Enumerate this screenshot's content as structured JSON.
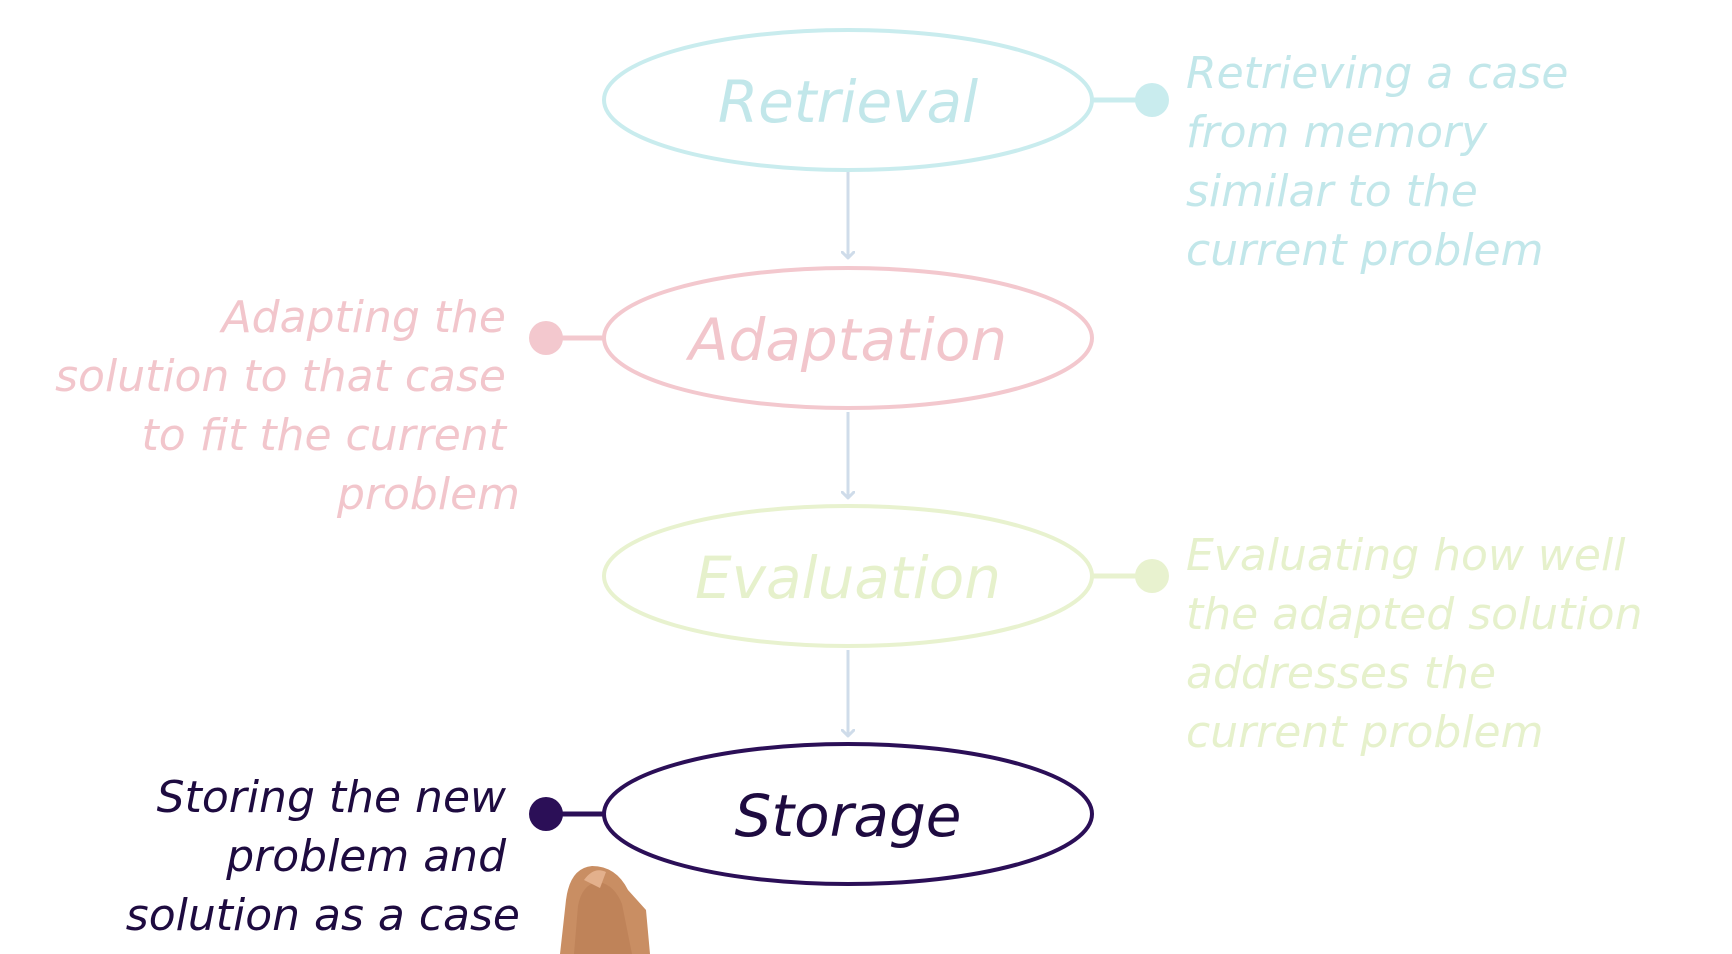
{
  "diagram": {
    "stages": [
      {
        "label": "Retrieval",
        "description": [
          "Retrieving a case",
          "from memory",
          "similar to the",
          "current problem"
        ],
        "color": "#c9ecee",
        "text_color": "#c2e7ea"
      },
      {
        "label": "Adaptation",
        "description": [
          "Adapting the",
          "solution to that case",
          "to fit the current",
          "problem"
        ],
        "color": "#f3c8ce",
        "text_color": "#f2c6cc"
      },
      {
        "label": "Evaluation",
        "description": [
          "Evaluating how well",
          "the adapted solution",
          "addresses the",
          "current problem"
        ],
        "color": "#e8f2cf",
        "text_color": "#e6f1cc"
      },
      {
        "label": "Storage",
        "description": [
          "Storing the new",
          "problem and",
          "solution as a case"
        ],
        "color": "#2b0f57",
        "text_color": "#1e0b40"
      }
    ],
    "arrow_color": "#cfdcea"
  }
}
